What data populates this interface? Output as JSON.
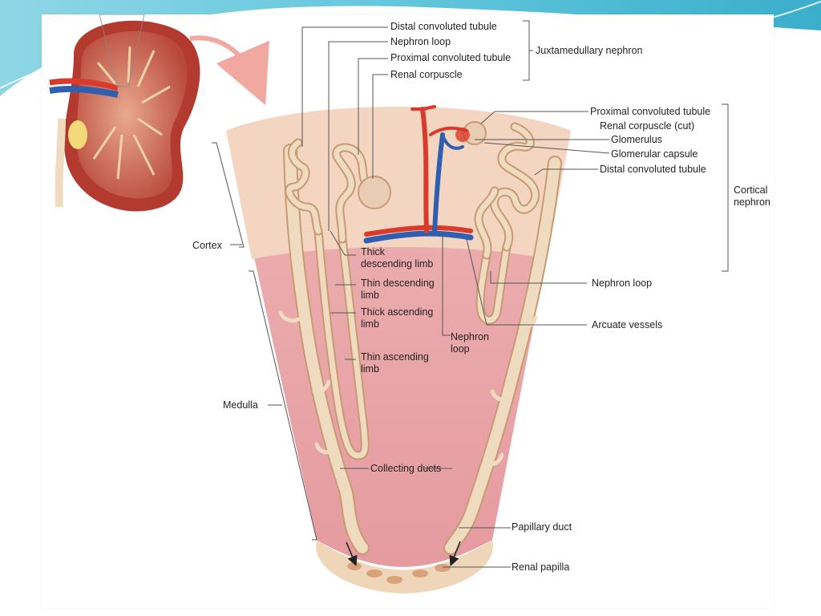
{
  "colors": {
    "background_band": "#62c6dc",
    "artery_red": "#d83b2b",
    "vein_blue": "#2e5fb0",
    "tubule": "#efdcc0",
    "cortex": "#f4d5c2",
    "medulla": "#e9a7aa",
    "papilla": "#efd6b8",
    "leader_line": "#555555"
  },
  "labels": {
    "juxtamedullary_group": {
      "distal_convoluted_tubule": "Distal convoluted tubule",
      "nephron_loop": "Nephron loop",
      "proximal_convoluted_tubule": "Proximal convoluted tubule",
      "renal_corpuscle": "Renal corpuscle",
      "group_title": "Juxtamedullary nephron"
    },
    "cortical_group": {
      "proximal_convoluted_tubule": "Proximal convoluted tubule",
      "renal_corpuscle_cut": "Renal corpuscle (cut)",
      "glomerulus": "Glomerulus",
      "glomerular_capsule": "Glomerular capsule",
      "distal_convoluted_tubule": "Distal convoluted tubule",
      "group_title": "Cortical\nnephron"
    },
    "right_side": {
      "nephron_loop": "Nephron loop",
      "arcuate_vessels": "Arcuate vessels",
      "papillary_duct": "Papillary duct",
      "renal_papilla": "Renal papilla"
    },
    "regions": {
      "cortex": "Cortex",
      "medulla": "Medulla"
    },
    "loop_parts": {
      "thick_descending_limb": "Thick\ndescending limb",
      "thin_descending_limb": "Thin descending\nlimb",
      "thick_ascending_limb": "Thick ascending\nlimb",
      "thin_ascending_limb": "Thin ascending\nlimb",
      "nephron_loop_center": "Nephron\nloop",
      "collecting_ducts": "Collecting ducts"
    }
  }
}
